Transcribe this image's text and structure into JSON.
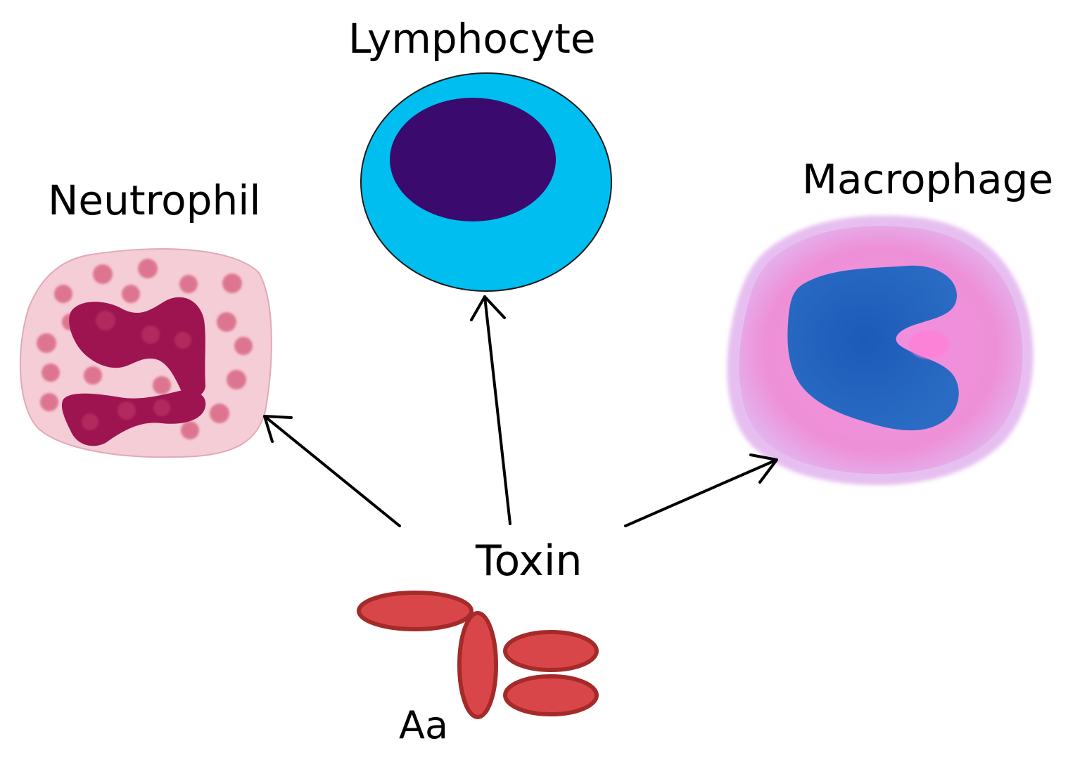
{
  "labels": {
    "lymphocyte": "Lymphocyte",
    "neutrophil": "Neutrophil",
    "macrophage": "Macrophage",
    "toxin": "Toxin",
    "bacteria": "Aa"
  },
  "colors": {
    "lymphocyte_cytoplasm": "#00bff0",
    "lymphocyte_nucleus": "#3a0a6e",
    "neutrophil_cytoplasm": "#f4cdd6",
    "neutrophil_nucleus": "#9e1450",
    "neutrophil_granule": "#d9607f",
    "macrophage_cytoplasm": "#f08ad6",
    "macrophage_nucleus": "#1f5fb8",
    "bacteria_fill": "#d9464a",
    "bacteria_stroke": "#a52a2a",
    "arrow": "#000000"
  },
  "icons": {
    "neutrophil": "neutrophil-cell-icon",
    "lymphocyte": "lymphocyte-cell-icon",
    "macrophage": "macrophage-cell-icon",
    "bacteria": "bacteria-icon"
  }
}
